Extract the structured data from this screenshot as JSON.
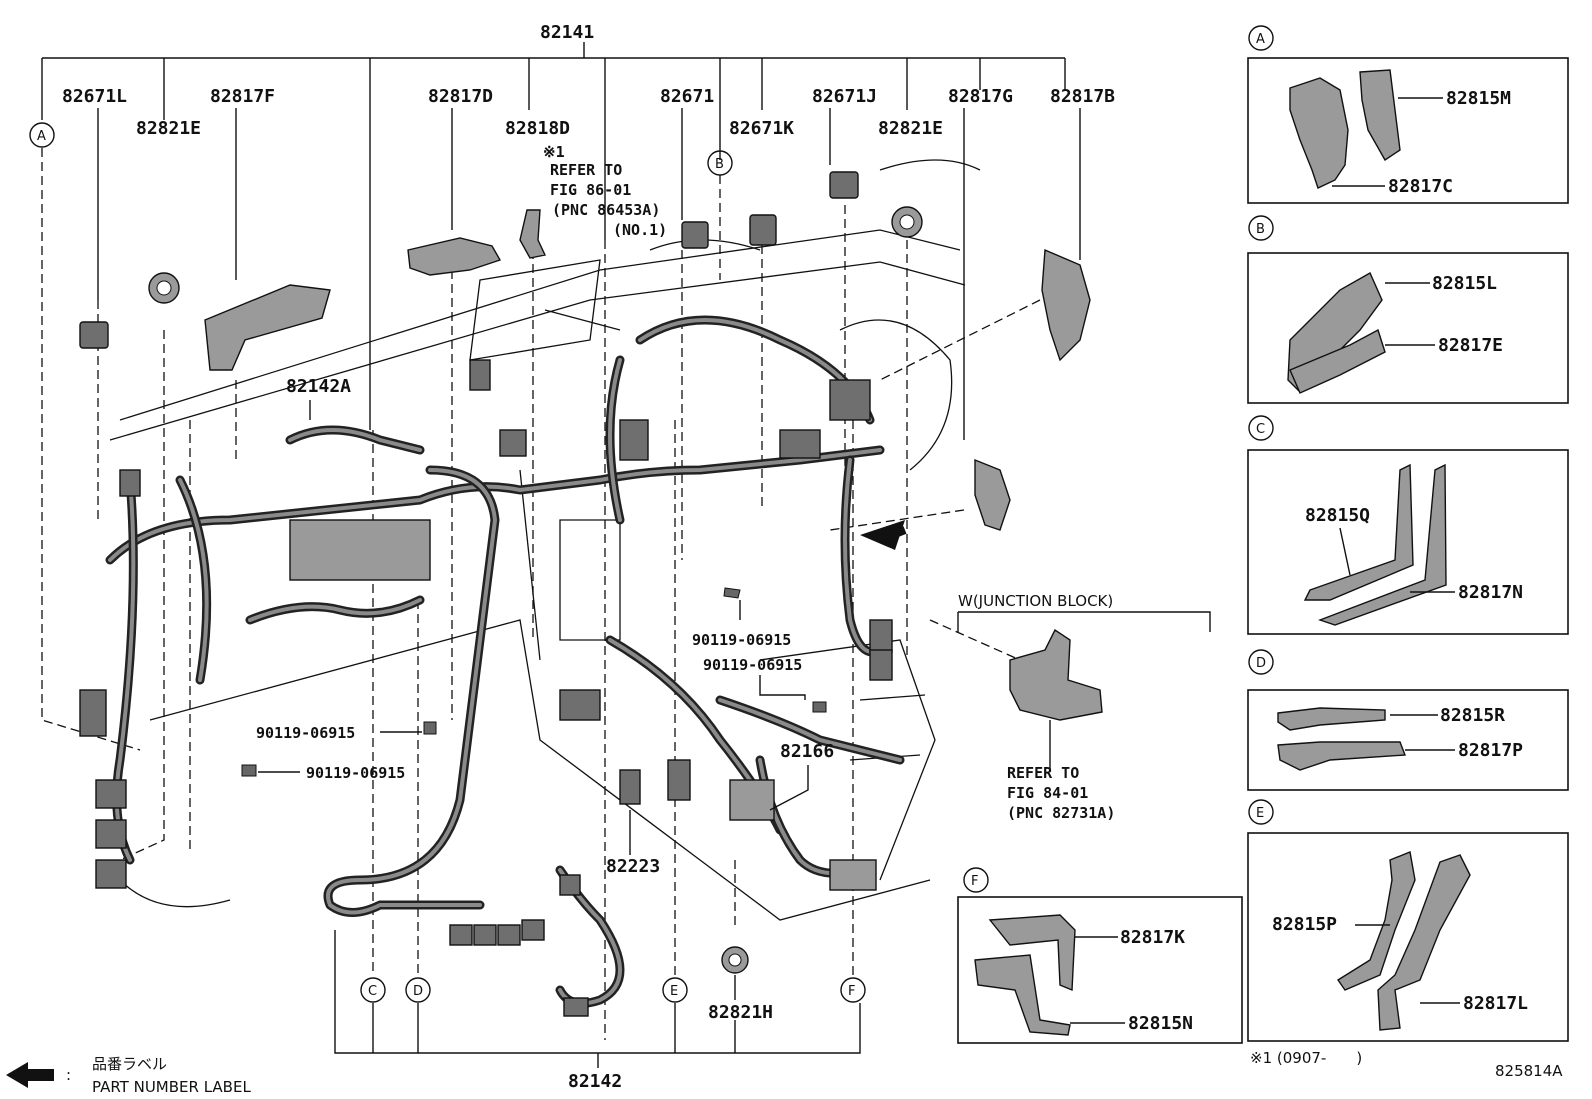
{
  "diagram": {
    "main_harness_label": "82141",
    "bottom_harness_label": "82142",
    "labels": {
      "p82671L": "82671L",
      "p82821E_left": "82821E",
      "p82817F": "82817F",
      "p82817D": "82817D",
      "p82818D": "82818D",
      "p82671": "82671",
      "p82671K": "82671K",
      "p82671J": "82671J",
      "p82821E_right": "82821E",
      "p82817G": "82817G",
      "p82817B": "82817B",
      "p82142A": "82142A",
      "p82166": "82166",
      "p82223": "82223",
      "p82821H": "82821H",
      "bolt1": "90119-06915",
      "bolt2": "90119-06915",
      "bolt3": "90119-06915",
      "bolt4": "90119-06915"
    },
    "note1": {
      "mark": "※1",
      "line1": "REFER TO",
      "line2": "FIG 86-01",
      "line3": "(PNC 86453A)",
      "line4": "(NO.1)"
    },
    "junction_block": {
      "title": "W(JUNCTION BLOCK)",
      "line1": "REFER TO",
      "line2": "FIG 84-01",
      "line3": "(PNC 82731A)"
    },
    "callouts": [
      "A",
      "B",
      "C",
      "D",
      "E",
      "F"
    ],
    "detail_A": {
      "letter": "A",
      "parts": [
        "82815M",
        "82817C"
      ]
    },
    "detail_B": {
      "letter": "B",
      "parts": [
        "82815L",
        "82817E"
      ]
    },
    "detail_C": {
      "letter": "C",
      "parts": [
        "82815Q",
        "82817N"
      ]
    },
    "detail_D": {
      "letter": "D",
      "parts": [
        "82815R",
        "82817P"
      ]
    },
    "detail_E": {
      "letter": "E",
      "parts": [
        "82815P",
        "82817L"
      ]
    },
    "detail_F": {
      "letter": "F",
      "parts": [
        "82817K",
        "82815N"
      ]
    },
    "footnote": "※1 (0907-　　)",
    "figure_code": "825814A",
    "legend": {
      "jp": "品番ラベル",
      "colon": ":",
      "en": "PART NUMBER LABEL"
    }
  }
}
